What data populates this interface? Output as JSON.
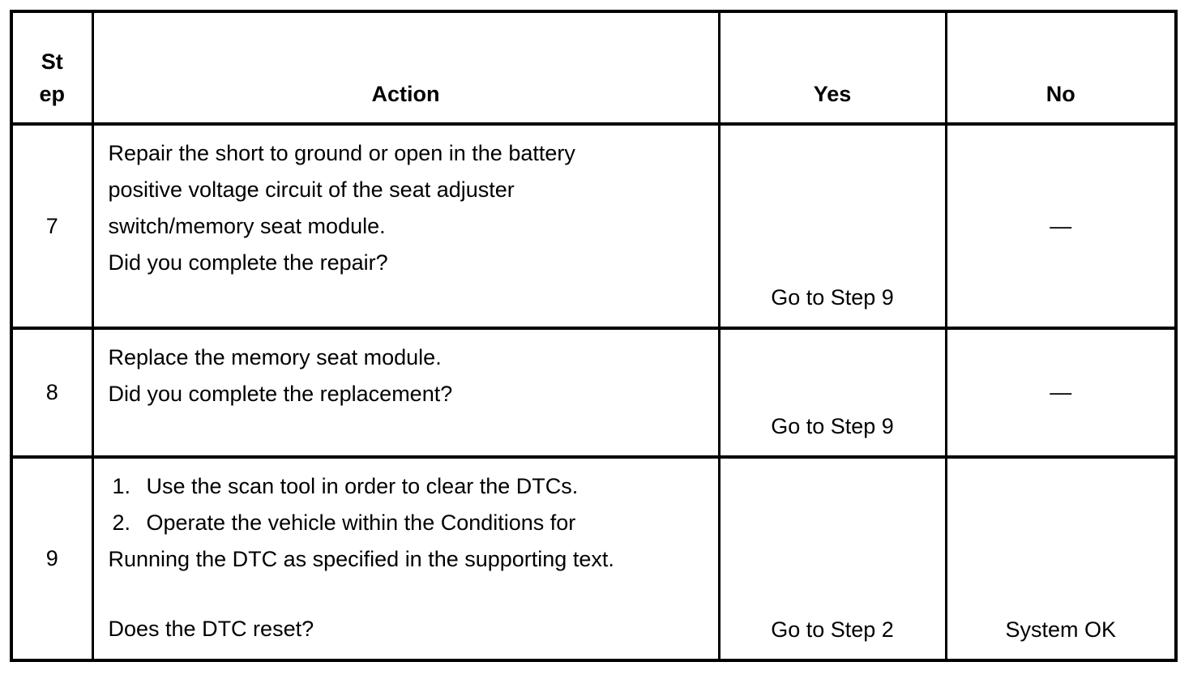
{
  "table": {
    "headers": {
      "step": "St\nep",
      "action": "Action",
      "yes": "Yes",
      "no": "No"
    },
    "rows": [
      {
        "step": "7",
        "action_lines": [
          "Repair the short to ground or open in the battery",
          "positive voltage circuit of the seat adjuster",
          "switch/memory seat module.",
          "Did you complete the repair?"
        ],
        "yes": "Go to Step 9",
        "no": "—"
      },
      {
        "step": "8",
        "action_lines": [
          "Replace the memory seat module.",
          "Did you complete the replacement?"
        ],
        "yes": "Go to Step 9",
        "no": "—"
      },
      {
        "step": "9",
        "action_list": [
          {
            "num": "1.",
            "text": "Use the scan tool in order to clear the DTCs."
          },
          {
            "num": "2.",
            "text": "Operate the vehicle within the Conditions for"
          }
        ],
        "action_wrap": "Running the DTC as specified in the supporting text.",
        "question": "Does the DTC reset?",
        "yes": "Go to Step 2",
        "no": "System OK"
      }
    ]
  }
}
